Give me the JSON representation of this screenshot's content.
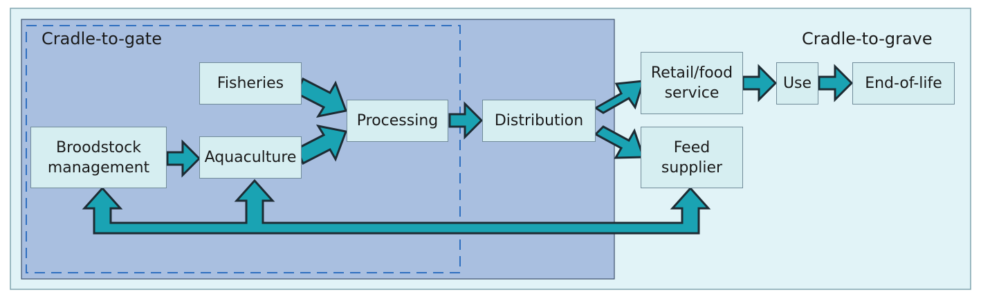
{
  "regions": {
    "cradle_to_gate": "Cradle-to-gate",
    "cradle_to_grave": "Cradle-to-grave"
  },
  "nodes": {
    "broodstock": "Broodstock\nmanagement",
    "fisheries": "Fisheries",
    "aquaculture": "Aquaculture",
    "processing": "Processing",
    "distribution": "Distribution",
    "retail": "Retail/food\nservice",
    "feed": "Feed\nsupplier",
    "use": "Use",
    "end_of_life": "End-of-life"
  },
  "colors": {
    "outer_background": "#e1f3f7",
    "shaded_region": "#a9bfe0",
    "dashed_border": "#2f6fbf",
    "node_fill": "#d6eef1",
    "arrow_fill": "#1aa3b3",
    "arrow_outline": "#1d2b33"
  }
}
